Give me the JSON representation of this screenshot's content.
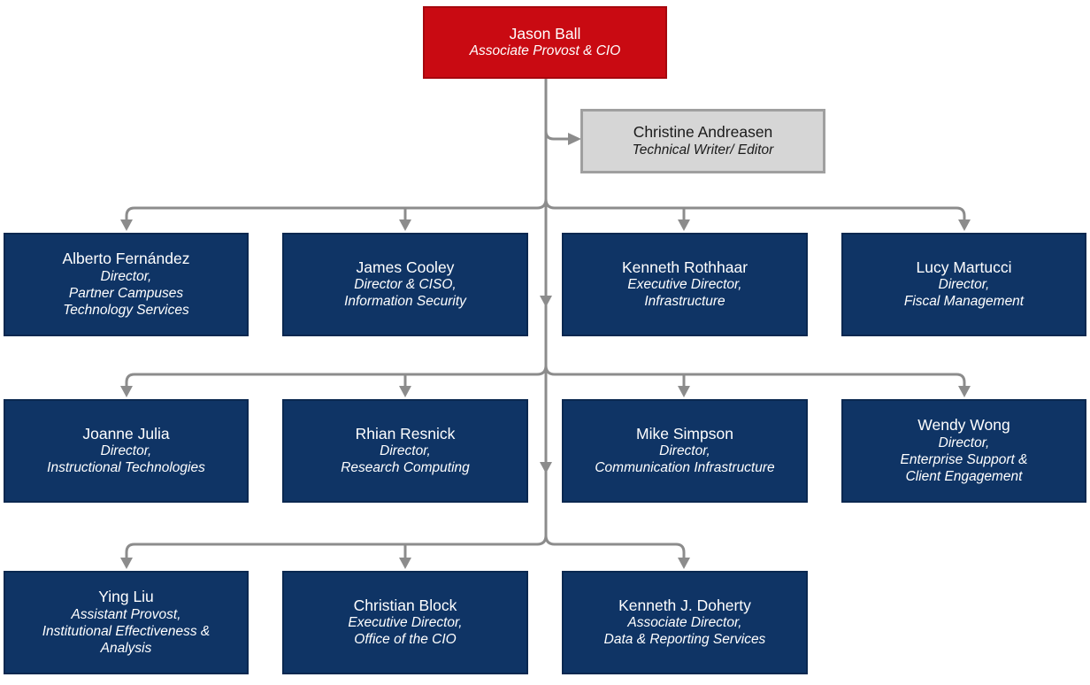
{
  "head": {
    "name": "Jason Ball",
    "title": "Associate Provost & CIO"
  },
  "staff": {
    "name": "Christine Andreasen",
    "title": "Technical Writer/ Editor"
  },
  "row1": [
    {
      "name": "Alberto Fernández",
      "title": "Director,\nPartner Campuses\nTechnology Services"
    },
    {
      "name": "James Cooley",
      "title": "Director & CISO,\nInformation Security"
    },
    {
      "name": "Kenneth Rothhaar",
      "title": "Executive Director,\nInfrastructure"
    },
    {
      "name": "Lucy Martucci",
      "title": "Director,\nFiscal Management"
    }
  ],
  "row2": [
    {
      "name": "Joanne Julia",
      "title": "Director,\nInstructional Technologies"
    },
    {
      "name": "Rhian Resnick",
      "title": "Director,\nResearch Computing"
    },
    {
      "name": "Mike Simpson",
      "title": "Director,\nCommunication Infrastructure"
    },
    {
      "name": "Wendy Wong",
      "title": "Director,\nEnterprise Support &\nClient Engagement"
    }
  ],
  "row3": [
    {
      "name": "Ying Liu",
      "title": "Assistant Provost,\nInstitutional Effectiveness &\nAnalysis"
    },
    {
      "name": "Christian Block",
      "title": "Executive Director,\nOffice of the CIO"
    },
    {
      "name": "Kenneth J. Doherty",
      "title": "Associate Director,\nData & Reporting Services"
    }
  ],
  "colors": {
    "head": "#c90a12",
    "director": "#0f3465",
    "staff": "#d6d6d6",
    "connector": "#8c8c8c"
  }
}
